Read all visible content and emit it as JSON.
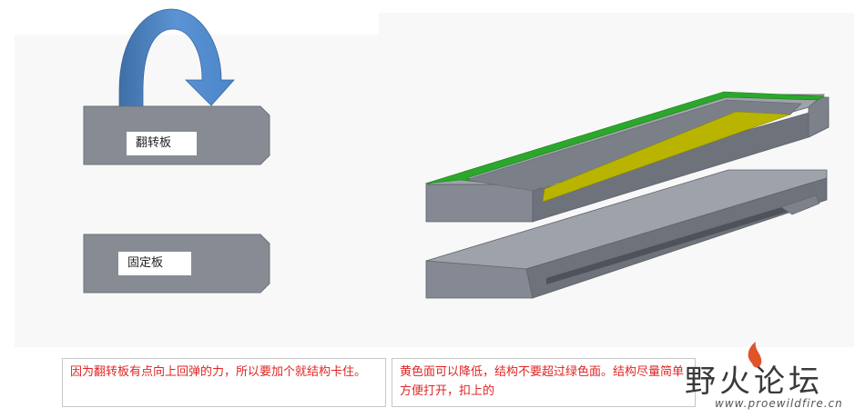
{
  "labels": {
    "flip_plate": "翻转板",
    "fixed_plate": "固定板"
  },
  "notes": {
    "left": "因为翻转板有点向上回弹的力，所以要加个就结构卡住。",
    "right": "黄色面可以降低，结构不要超过绿色面。结构尽量简单方便打开，扣上的"
  },
  "watermark": {
    "brand": "野火论坛",
    "url": "www.proewildfire.cn"
  },
  "colors": {
    "plate_fill": "#878c94",
    "arrow_blue": "#4f8ed0",
    "note_text": "#e02424",
    "green_face": "#2ba82b",
    "yellow_face": "#b8b400"
  }
}
